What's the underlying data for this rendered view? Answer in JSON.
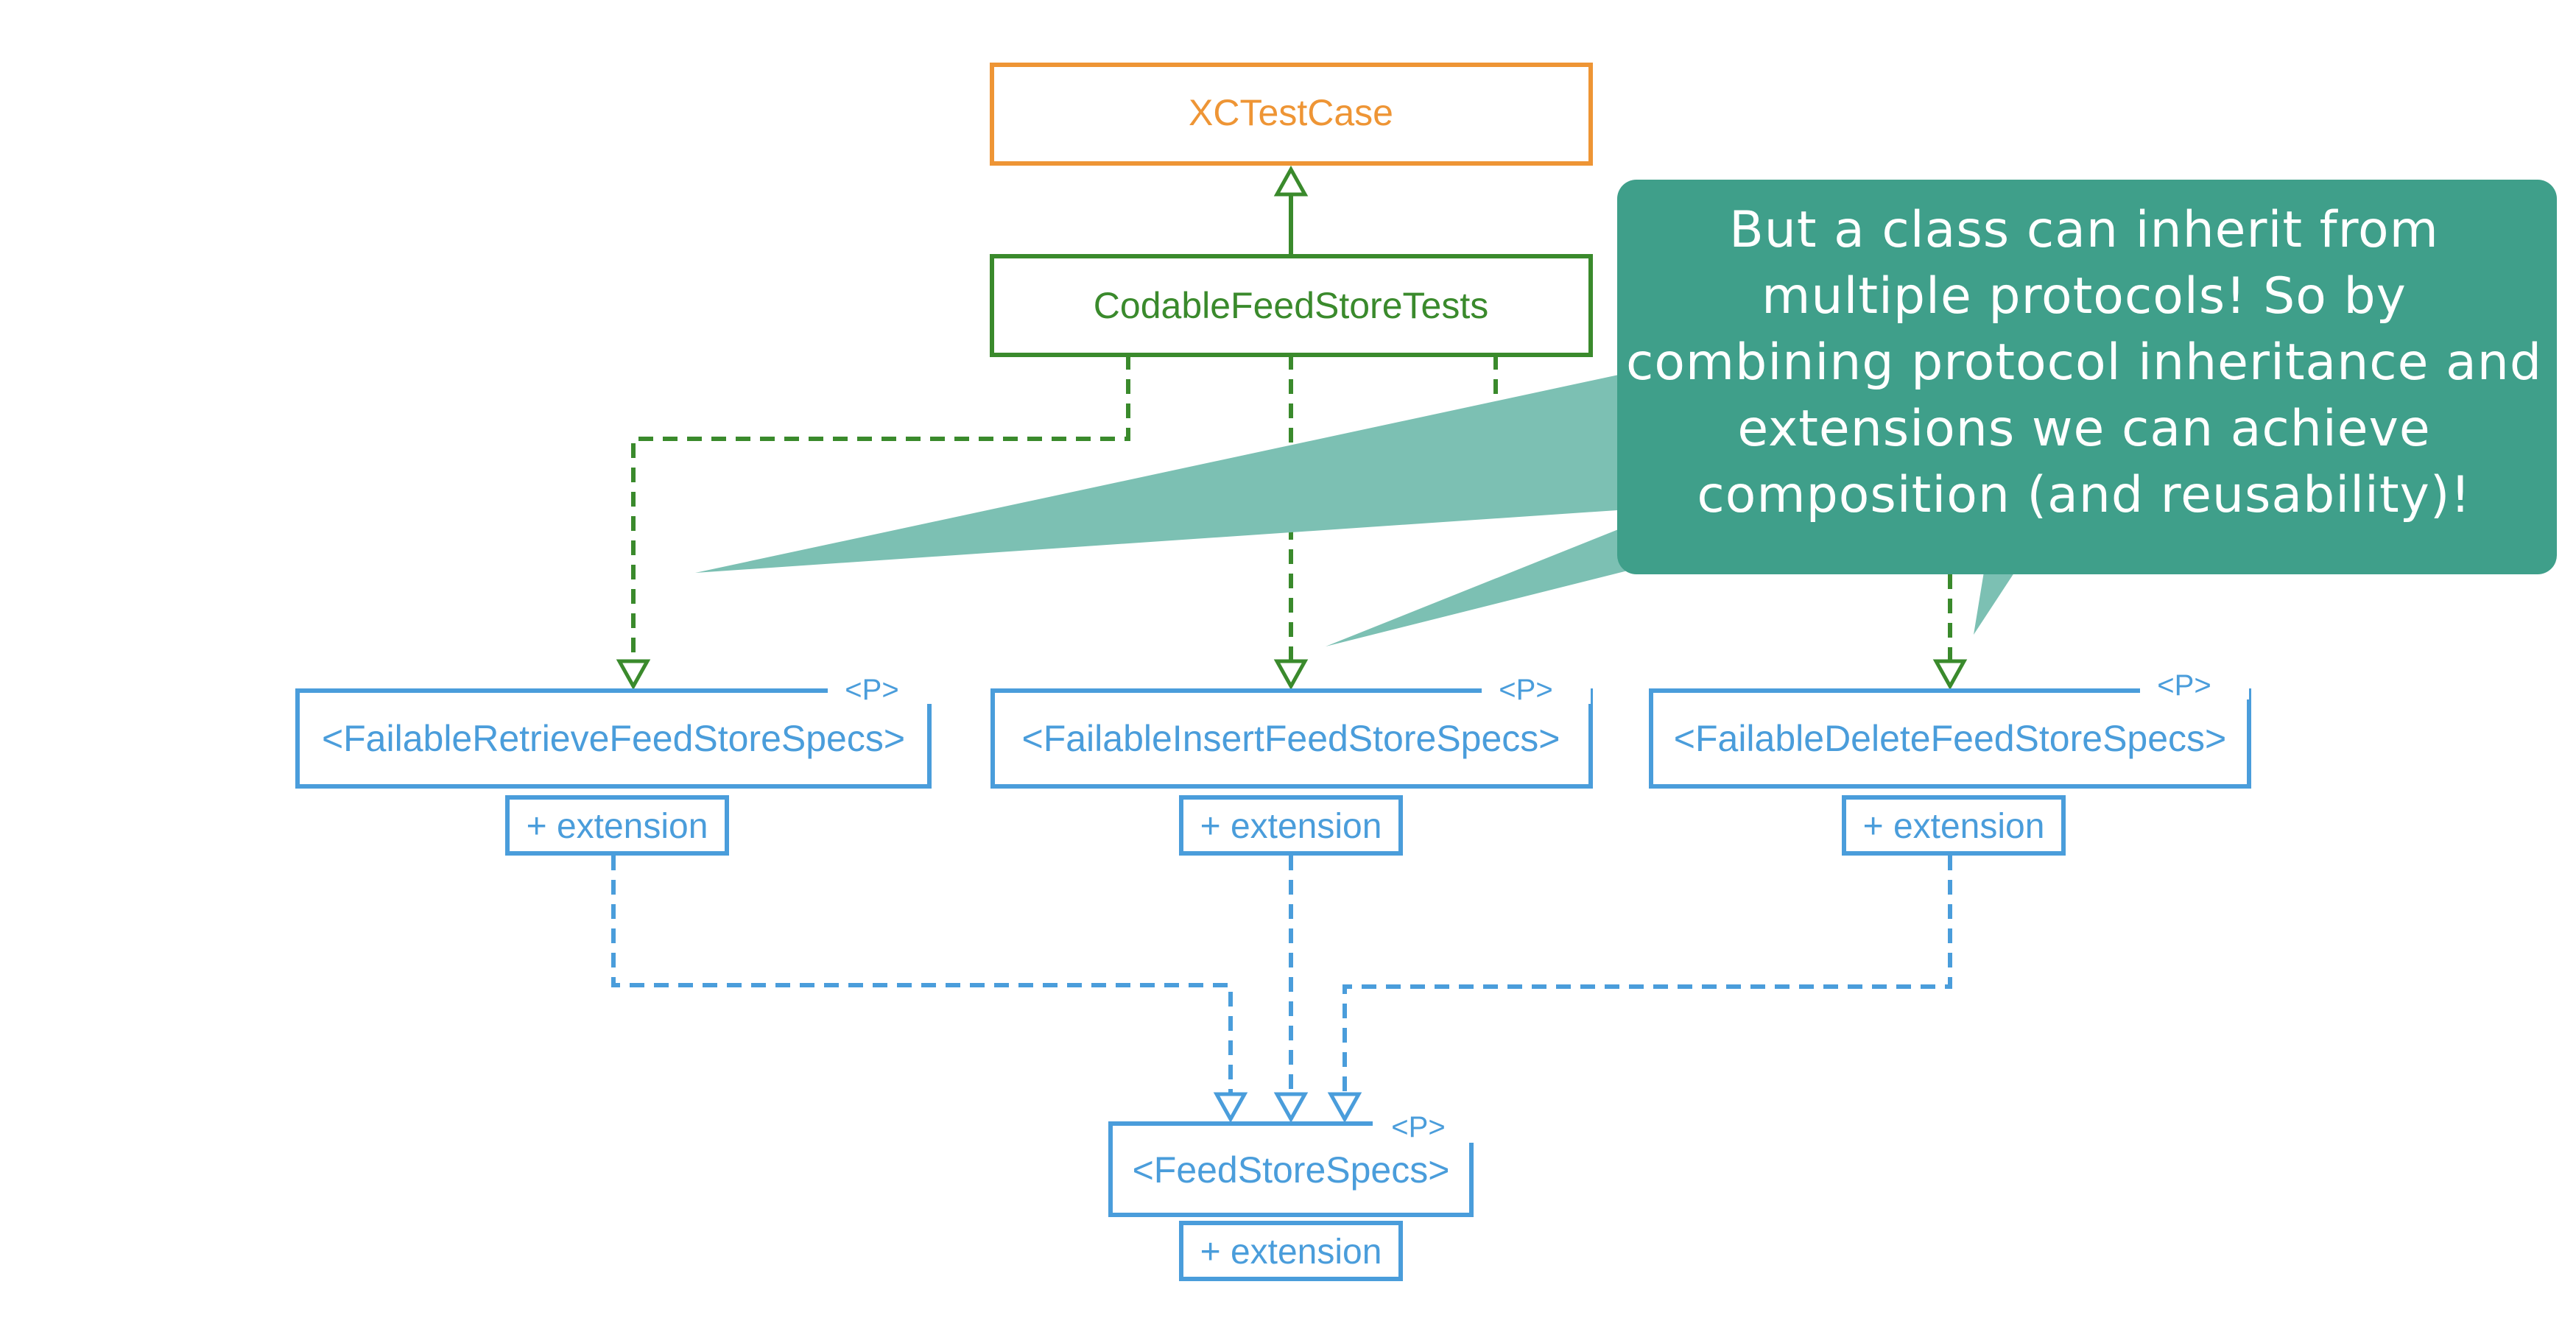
{
  "colors": {
    "orange": "#ee9535",
    "green": "#3a8a2c",
    "blue": "#4a9ddb",
    "teal": "#3f9f8a",
    "teal_light": "#7cc0b3"
  },
  "nodes": {
    "xctestcase": "XCTestCase",
    "codable_tests": "CodableFeedStoreTests",
    "retrieve_specs": "<FailableRetrieveFeedStoreSpecs>",
    "insert_specs": "<FailableInsertFeedStoreSpecs>",
    "delete_specs": "<FailableDeleteFeedStoreSpecs>",
    "feedstore_specs": "<FeedStoreSpecs>"
  },
  "stereotype": "<P>",
  "extension_label": "+ extension",
  "callout": {
    "text": "But a class can inherit from multiple protocols! So by combining protocol inheritance and extensions we can achieve composition (and reusability)!"
  }
}
